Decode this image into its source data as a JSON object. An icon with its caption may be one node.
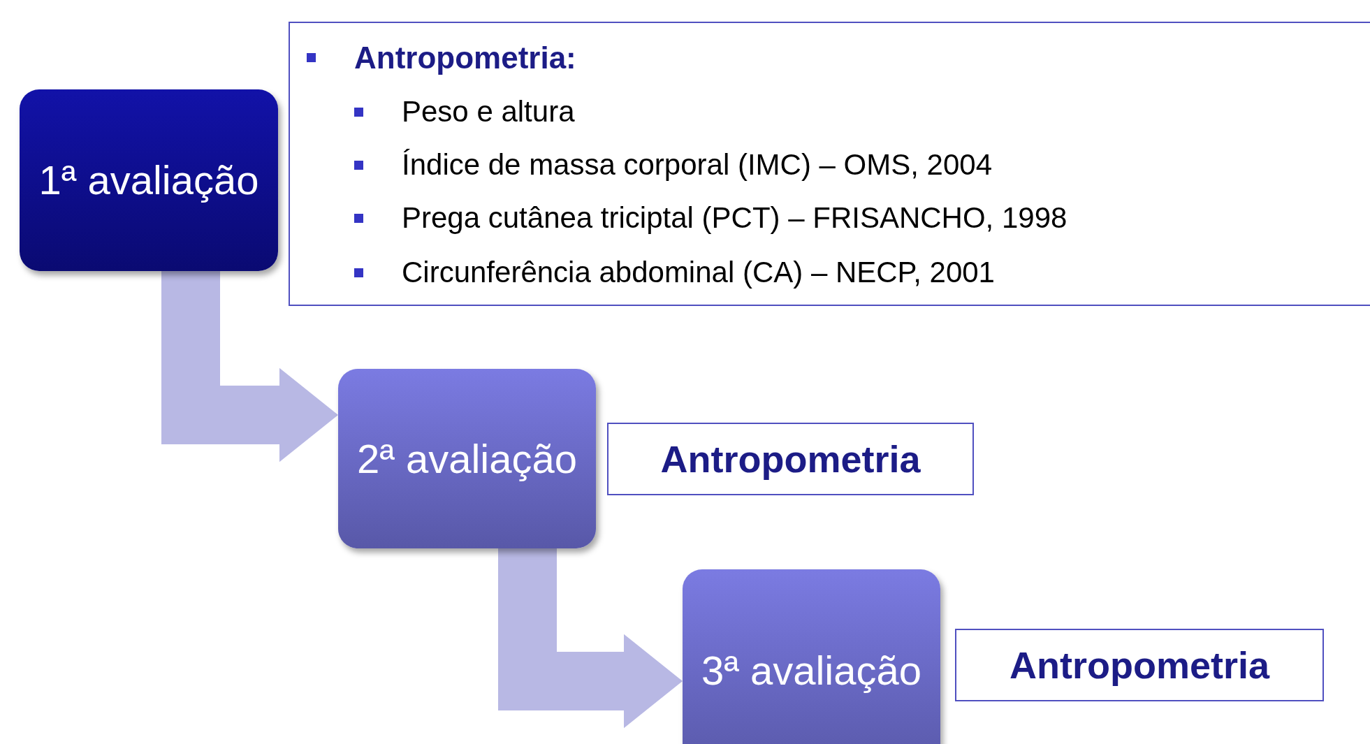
{
  "diagram": {
    "nodes": [
      {
        "text": [
          "1ª avaliação"
        ]
      },
      {
        "text": [
          "Antropometria:",
          "Peso e altura",
          "Índice de massa  corporal (IMC) – OMS, 2004",
          "Prega cutânea triciptal (PCT) – FRISANCHO, 1998",
          "Circunferência abdominal (CA) – NECP, 2001"
        ]
      },
      {
        "text": [
          "2ª avaliação"
        ]
      },
      {
        "text": [
          "Antropometria"
        ]
      },
      {
        "text": [
          "3ª avaliação"
        ]
      },
      {
        "text": [
          "Antropometria"
        ]
      }
    ],
    "edges": [
      {
        "from": 0,
        "to": 2,
        "arrow": "to",
        "style": "thick"
      },
      {
        "from": 2,
        "to": 4,
        "arrow": "to",
        "style": "thick"
      }
    ]
  }
}
